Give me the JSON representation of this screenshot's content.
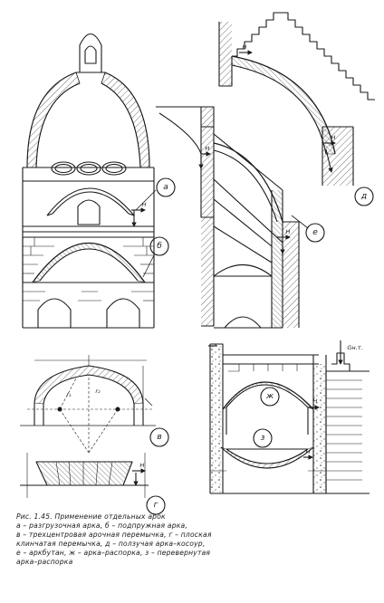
{
  "figure": {
    "labels": {
      "a": "а",
      "b": "б",
      "v": "в",
      "g": "г",
      "d": "д",
      "e": "е",
      "zh": "ж",
      "z": "з"
    },
    "dim_labels": {
      "h_top": "Н",
      "h_mid": "Н",
      "h_right1": "Н",
      "h_right2": "Н",
      "h_vert": "Н",
      "h_small": "Н",
      "h_arch": "Н",
      "h_zh": "Н",
      "r1": "r₁",
      "r2": "r₂",
      "gnt": "Gн.т."
    },
    "caption": [
      "Рис. 1.45. Применение отдельных арок",
      "а – разгрузочная арка, б – подпружная арка,",
      "в – трехцентровая арочная перемычка, г – плоская",
      "клинчатая перемычка, д – ползучая арка–косоур,",
      "е – аркбутан, ж – арка–распорка, з – перевернутая",
      "арка–распорка"
    ]
  }
}
